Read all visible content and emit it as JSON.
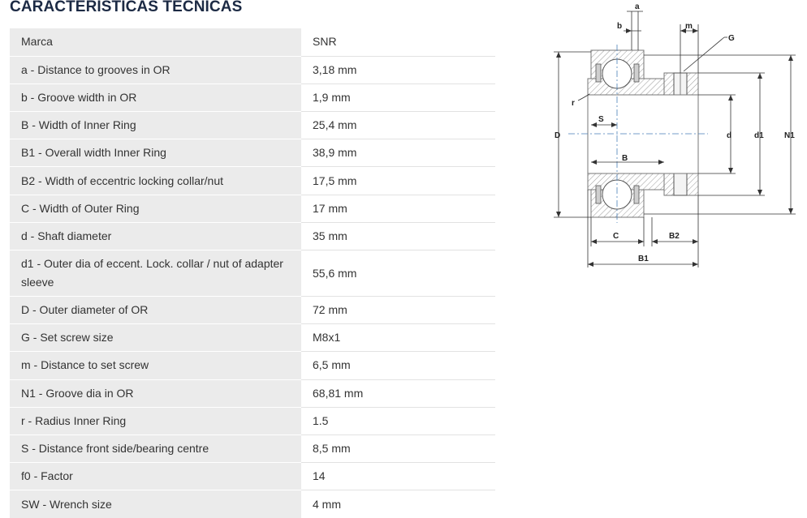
{
  "section": {
    "title": "CARACTERÍSTICAS TÉCNICAS"
  },
  "specs": [
    {
      "label": "Marca",
      "value": "SNR"
    },
    {
      "label": "a - Distance to grooves in OR",
      "value": "3,18 mm"
    },
    {
      "label": "b - Groove width in OR",
      "value": "1,9 mm"
    },
    {
      "label": "B - Width of Inner Ring",
      "value": "25,4 mm"
    },
    {
      "label": "B1 - Overall width Inner Ring",
      "value": "38,9 mm"
    },
    {
      "label": "B2 - Width of eccentric locking collar/nut",
      "value": "17,5 mm"
    },
    {
      "label": "C - Width of Outer Ring",
      "value": "17 mm"
    },
    {
      "label": "d - Shaft diameter",
      "value": "35 mm"
    },
    {
      "label": "d1 - Outer dia of eccent. Lock. collar / nut of adapter sleeve",
      "value": "55,6 mm"
    },
    {
      "label": "D - Outer diameter of OR",
      "value": "72 mm"
    },
    {
      "label": "G - Set screw size",
      "value": "M8x1"
    },
    {
      "label": "m - Distance to set screw",
      "value": "6,5 mm"
    },
    {
      "label": "N1 - Groove dia in OR",
      "value": "68,81 mm"
    },
    {
      "label": "r - Radius Inner Ring",
      "value": "1.5"
    },
    {
      "label": "S - Distance front side/bearing centre",
      "value": "8,5 mm"
    },
    {
      "label": "f0 - Factor",
      "value": "14"
    },
    {
      "label": "SW - Wrench size",
      "value": "4 mm"
    }
  ],
  "diagram": {
    "labels": {
      "a": "a",
      "b": "b",
      "m": "m",
      "G": "G",
      "r": "r",
      "S": "S",
      "B": "B",
      "D": "D",
      "d": "d",
      "d1": "d1",
      "N1": "N1",
      "C": "C",
      "B2": "B2",
      "B1": "B1"
    }
  }
}
